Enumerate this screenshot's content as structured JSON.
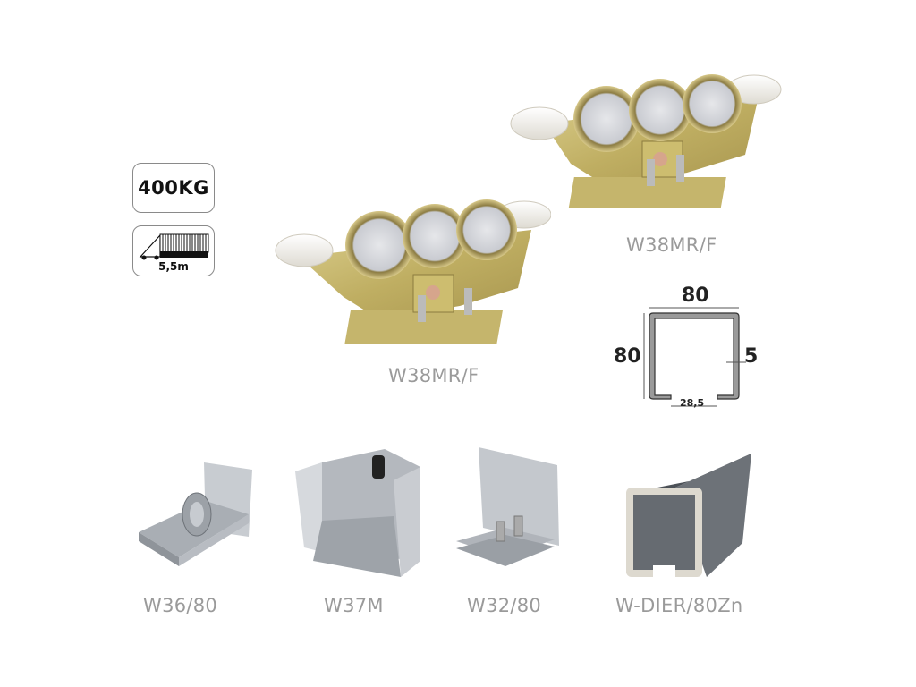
{
  "badges": {
    "weight": "400KG",
    "gate_length": "5,5m",
    "gate_icon": "sliding-gate-icon"
  },
  "products": {
    "carriage_top": {
      "code": "W38MR/F",
      "image": "roller-carriage"
    },
    "carriage_front": {
      "code": "W38MR/F",
      "image": "roller-carriage"
    },
    "end_roller": {
      "code": "W36/80",
      "image": "end-roller-bracket"
    },
    "end_cap": {
      "code": "W37M",
      "image": "gate-catcher"
    },
    "guide_bracket": {
      "code": "W32/80",
      "image": "guide-roller-bracket"
    },
    "track": {
      "code": "W-DIER/80Zn",
      "image": "steel-track-profile"
    }
  },
  "profile_diagram": {
    "width": "80",
    "height": "80",
    "thickness": "5",
    "opening": "28,5"
  },
  "colors": {
    "label_gray": "#9a9a9a",
    "brass": "#c9b76a",
    "steel": "#b8bcc2"
  }
}
